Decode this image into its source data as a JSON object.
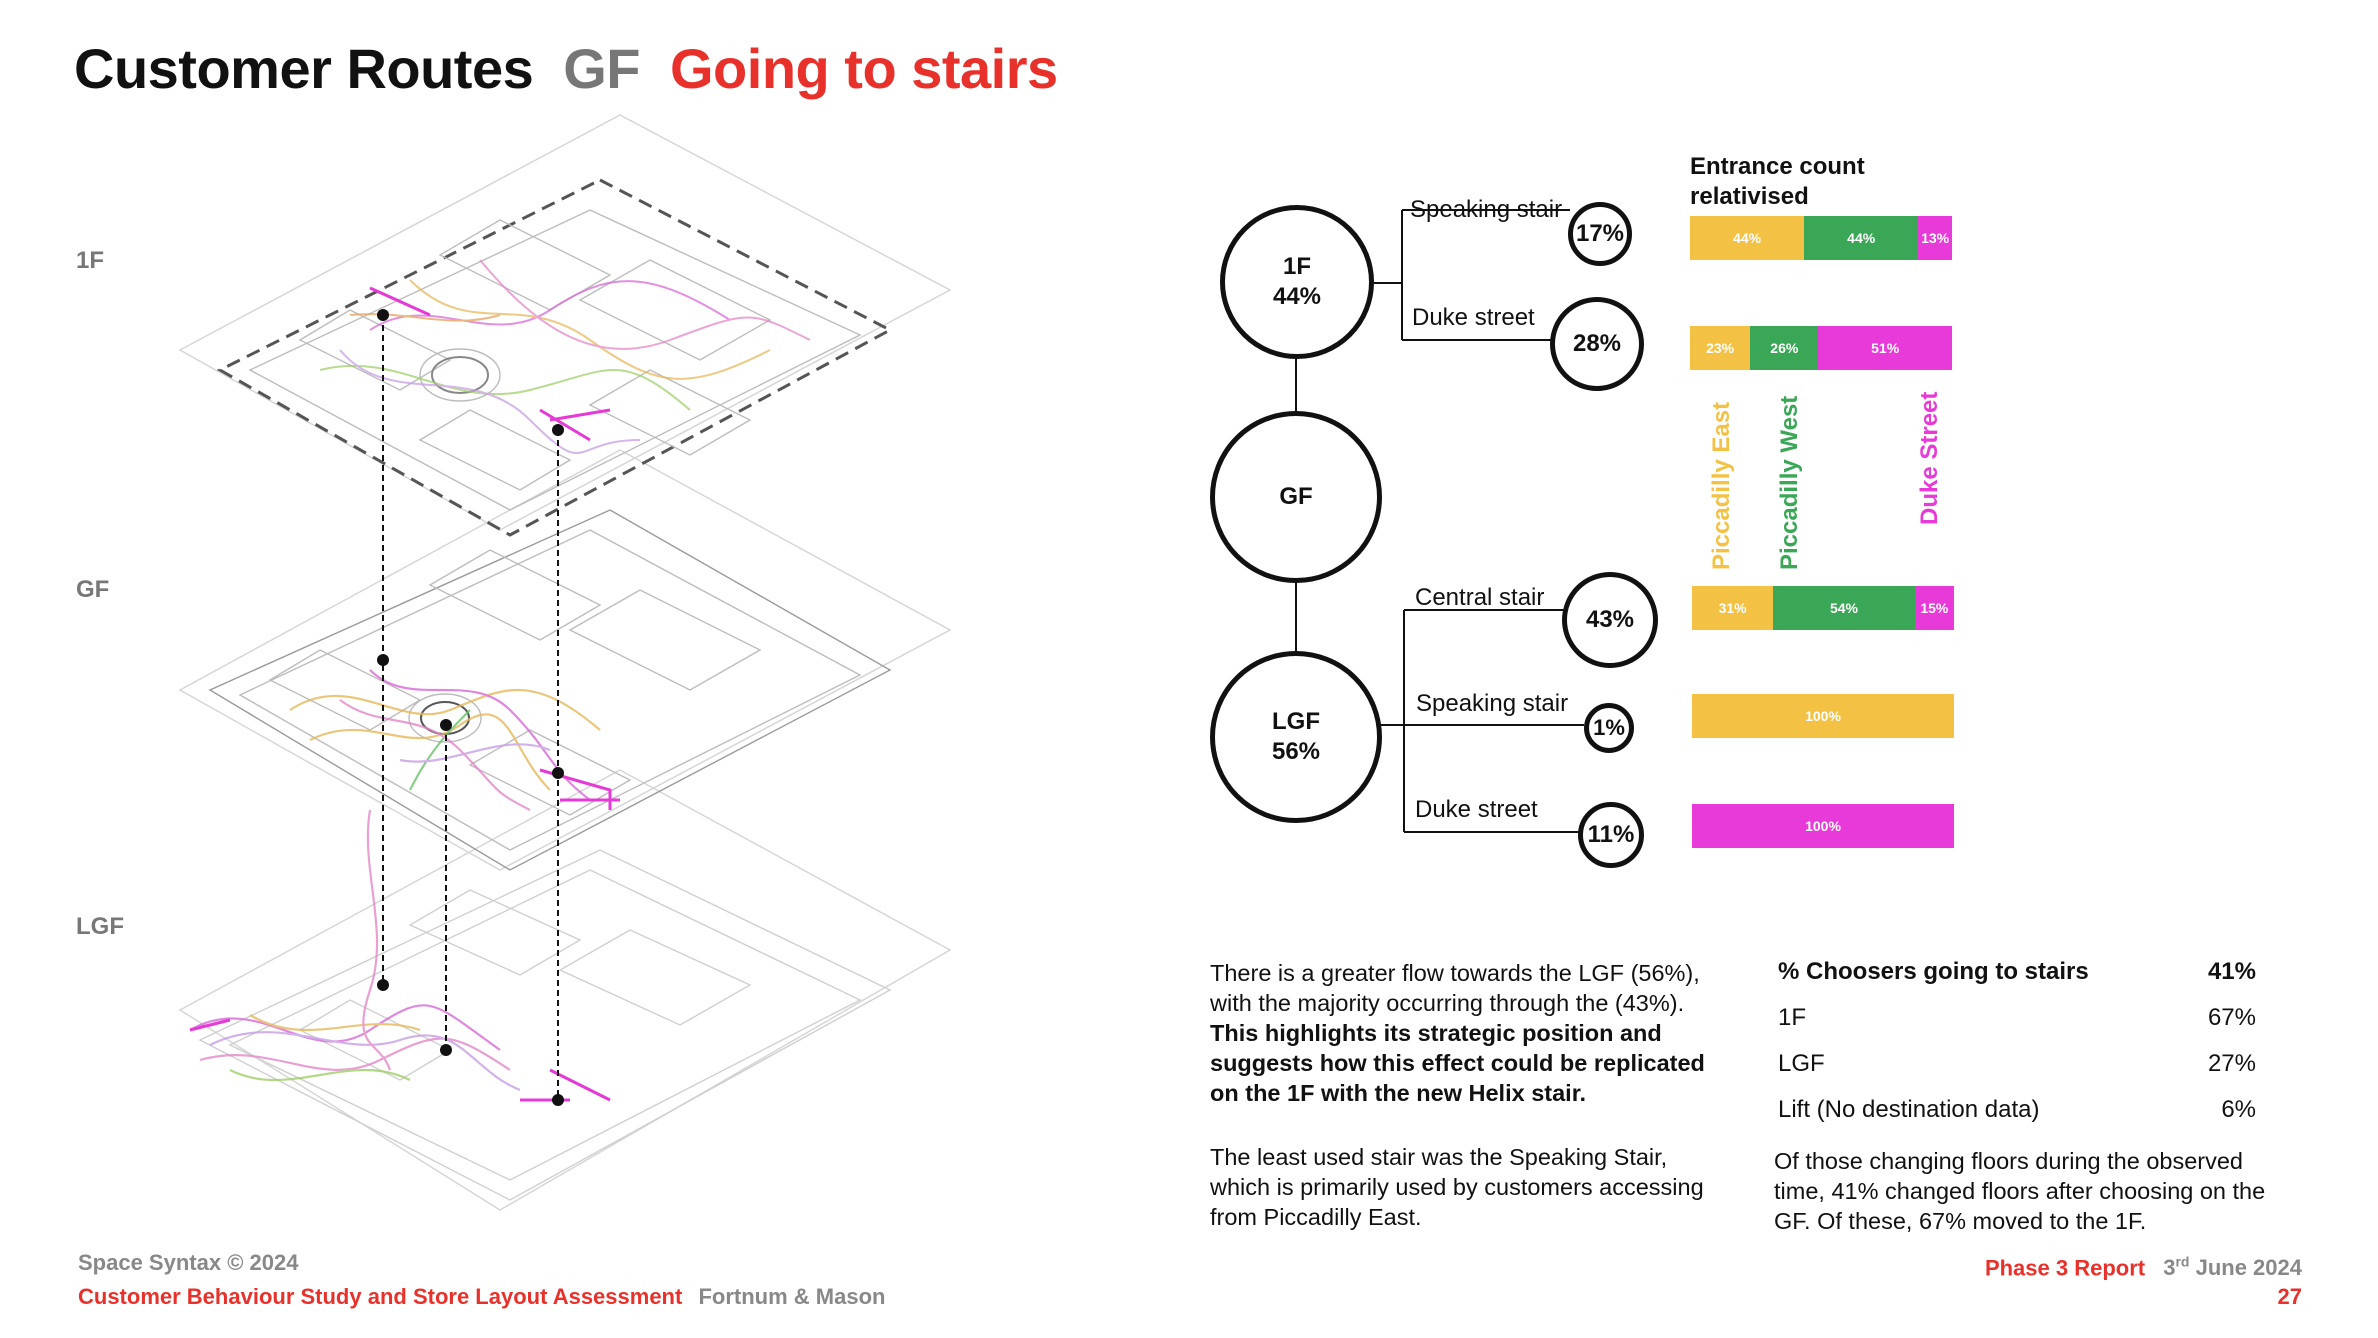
{
  "title": {
    "main": "Customer Routes",
    "floor": "GF",
    "subtitle": "Going to stairs"
  },
  "floor_labels": [
    "1F",
    "GF",
    "LGF"
  ],
  "nodes": {
    "f1": {
      "name": "1F",
      "pct": "44%"
    },
    "gf": {
      "name": "GF"
    },
    "lgf": {
      "name": "LGF",
      "pct": "56%"
    }
  },
  "routes": [
    {
      "label": "Speaking stair",
      "pct": "17%"
    },
    {
      "label": "Duke street",
      "pct": "28%"
    },
    {
      "label": "Central stair",
      "pct": "43%"
    },
    {
      "label": "Speaking stair",
      "pct": "1%"
    },
    {
      "label": "Duke street",
      "pct": "11%"
    }
  ],
  "legend": {
    "title": "Entrance count relativised",
    "entrances": [
      "Piccadilly East",
      "Piccadilly West",
      "Duke Street"
    ],
    "colors": {
      "Piccadilly East": "#f3c244",
      "Piccadilly West": "#3aa757",
      "Duke Street": "#e83ad9"
    }
  },
  "chart_data": {
    "type": "bar",
    "orientation": "horizontal-stacked",
    "title": "Entrance count relativised",
    "categories": [
      "1F Speaking stair",
      "1F Duke street",
      "LGF Central stair",
      "LGF Speaking stair",
      "LGF Duke street"
    ],
    "series": [
      {
        "name": "Piccadilly East",
        "values": [
          44,
          23,
          31,
          100,
          0
        ]
      },
      {
        "name": "Piccadilly West",
        "values": [
          44,
          26,
          54,
          0,
          0
        ]
      },
      {
        "name": "Duke Street",
        "values": [
          13,
          51,
          15,
          0,
          100
        ]
      }
    ],
    "labels": [
      [
        "44%",
        "44%",
        "13%"
      ],
      [
        "23%",
        "26%",
        "51%"
      ],
      [
        "31%",
        "54%",
        "15%"
      ],
      [
        "100%",
        "",
        ""
      ],
      [
        "",
        "",
        "100%"
      ]
    ],
    "xlim": [
      0,
      100
    ]
  },
  "text": {
    "p1_a": "There is a greater flow towards the LGF (56%), with the majority occurring through the (43%). ",
    "p1_b": "This highlights its strategic position and suggests how this effect could be replicated on the 1F with the new Helix stair.",
    "p2": "The least used stair was the Speaking Stair, which is primarily used by customers accessing from Piccadilly East.",
    "p3": "Of those changing floors during the observed time, 41% changed floors after choosing on the GF. Of these, 67% moved to the 1F."
  },
  "table": {
    "header": {
      "label": "% Choosers going to stairs",
      "value": "41%"
    },
    "rows": [
      {
        "label": "1F",
        "value": "67%"
      },
      {
        "label": "LGF",
        "value": "27%"
      },
      {
        "label": "Lift (No destination data)",
        "value": "6%"
      }
    ]
  },
  "footer": {
    "copyright": "Space Syntax © 2024",
    "study": "Customer Behaviour Study and Store Layout Assessment",
    "client": "Fortnum & Mason",
    "report": "Phase 3 Report",
    "date_day": "3",
    "date_sup": "rd",
    "date_rest": " June 2024",
    "page": "27"
  }
}
